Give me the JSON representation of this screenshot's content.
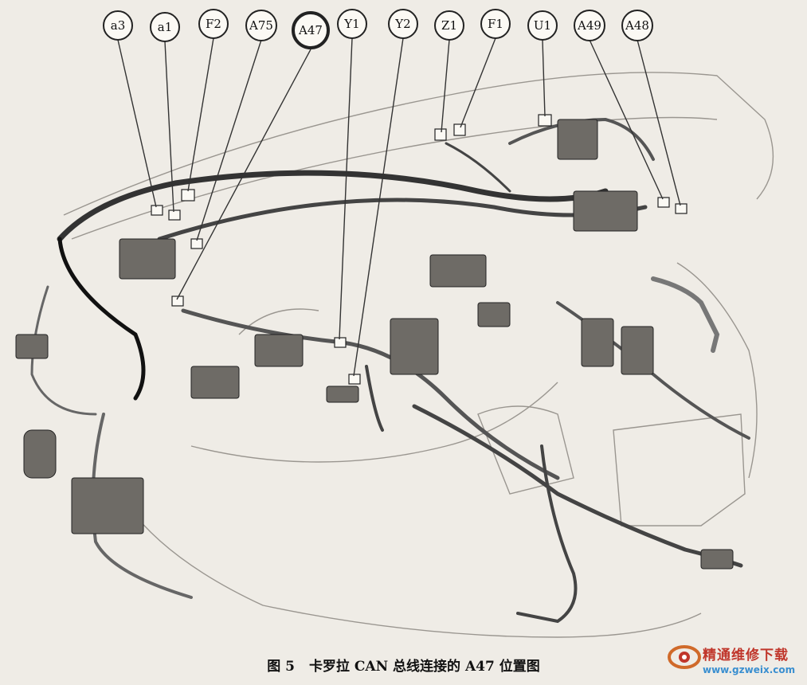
{
  "figure": {
    "caption_number": "图 5",
    "caption_text": "卡罗拉 CAN 总线连接的 A47 位置图"
  },
  "callouts": [
    {
      "id": "a3",
      "label": "a3"
    },
    {
      "id": "a1",
      "label": "a1"
    },
    {
      "id": "F2",
      "label": "F2"
    },
    {
      "id": "A75",
      "label": "A75"
    },
    {
      "id": "A47",
      "label": "A47",
      "emphasized": true
    },
    {
      "id": "Y1",
      "label": "Y1"
    },
    {
      "id": "Y2",
      "label": "Y2"
    },
    {
      "id": "Z1",
      "label": "Z1"
    },
    {
      "id": "F1",
      "label": "F1"
    },
    {
      "id": "U1",
      "label": "U1"
    },
    {
      "id": "A49",
      "label": "A49"
    },
    {
      "id": "A48",
      "label": "A48"
    }
  ],
  "watermark": {
    "name": "精通维修下载",
    "url": "www.gzweix.com"
  },
  "colors": {
    "background": "#efece6",
    "line": "#222222",
    "watermark_red": "#c0362b",
    "watermark_blue": "#3a8fd0"
  }
}
